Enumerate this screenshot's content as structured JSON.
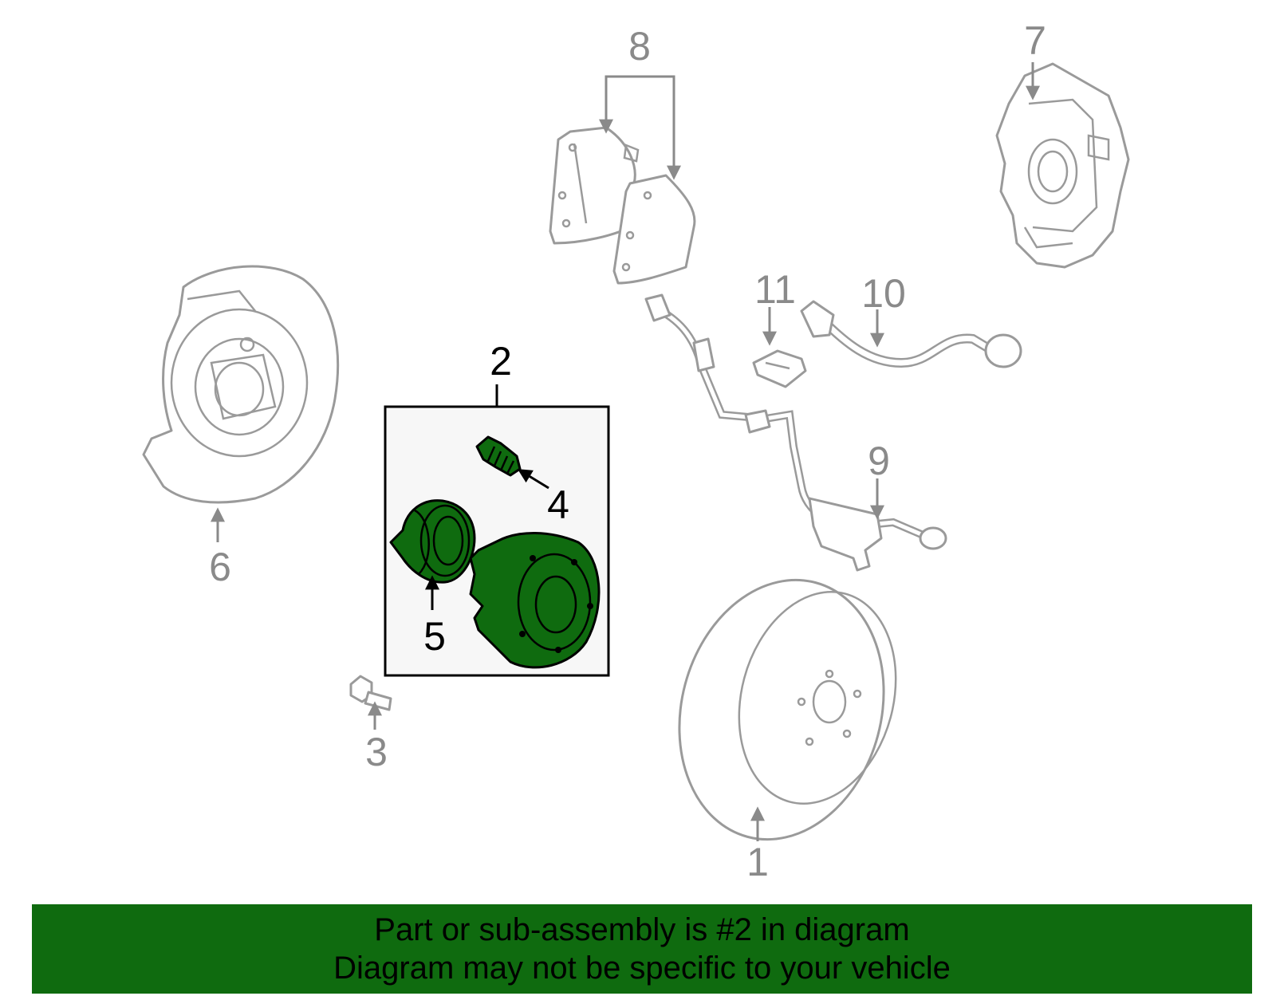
{
  "callouts": {
    "c1": "1",
    "c2": "2",
    "c3": "3",
    "c4": "4",
    "c5": "5",
    "c6": "6",
    "c7": "7",
    "c8": "8",
    "c9": "9",
    "c10": "10",
    "c11": "11"
  },
  "banner": {
    "line1": "Part or sub-assembly is #2 in diagram",
    "line2": "Diagram may not be specific to your vehicle"
  },
  "colors": {
    "highlight": "#0f6b0f",
    "part_outline": "#9a9a9a",
    "callout_gray": "#8a8a8a",
    "box_fill": "#f7f7f7"
  }
}
